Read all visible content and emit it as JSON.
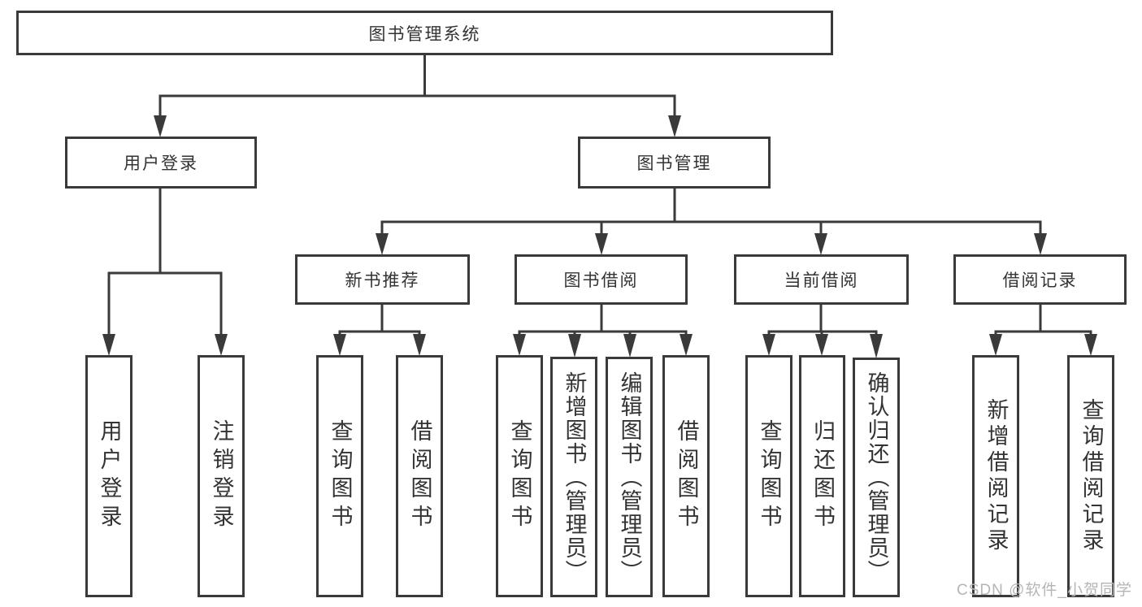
{
  "tree": {
    "root": {
      "label": "图书管理系统"
    },
    "branches": [
      {
        "label": "用户登录",
        "leaves": [
          "用户登录",
          "注销登录"
        ]
      },
      {
        "label": "图书管理",
        "groups": [
          {
            "label": "新书推荐",
            "leaves": [
              "查询图书",
              "借阅图书"
            ]
          },
          {
            "label": "图书借阅",
            "leaves": [
              "查询图书",
              "新增图书（管理员）",
              "编辑图书（管理员）",
              "借阅图书"
            ]
          },
          {
            "label": "当前借阅",
            "leaves": [
              "查询图书",
              "归还图书",
              "确认归还（管理员）"
            ]
          },
          {
            "label": "借阅记录",
            "leaves": [
              "新增借阅记录",
              "查询借阅记录"
            ]
          }
        ]
      }
    ]
  },
  "watermark": "CSDN @软件_小贺同学",
  "colors": {
    "background": "#ffffff",
    "line": "#3a3a3a",
    "box_border": "#3a3a3a",
    "text": "#333333",
    "watermark_text": "#b5b5b5"
  }
}
